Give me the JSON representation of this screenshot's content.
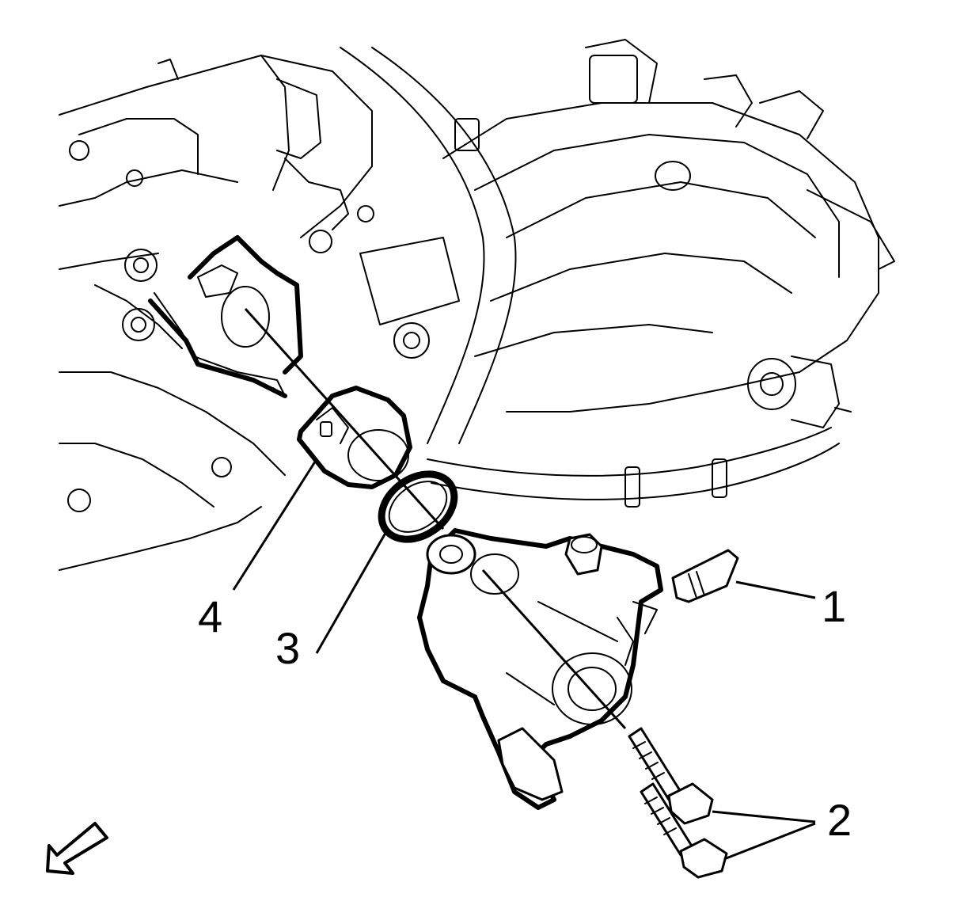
{
  "callouts": {
    "c1": "1",
    "c2": "2",
    "c3": "3",
    "c4": "4"
  },
  "colors": {
    "line": "#000000",
    "background": "#ffffff"
  },
  "icons": {
    "direction_arrow": "arrow-down-left-icon"
  }
}
